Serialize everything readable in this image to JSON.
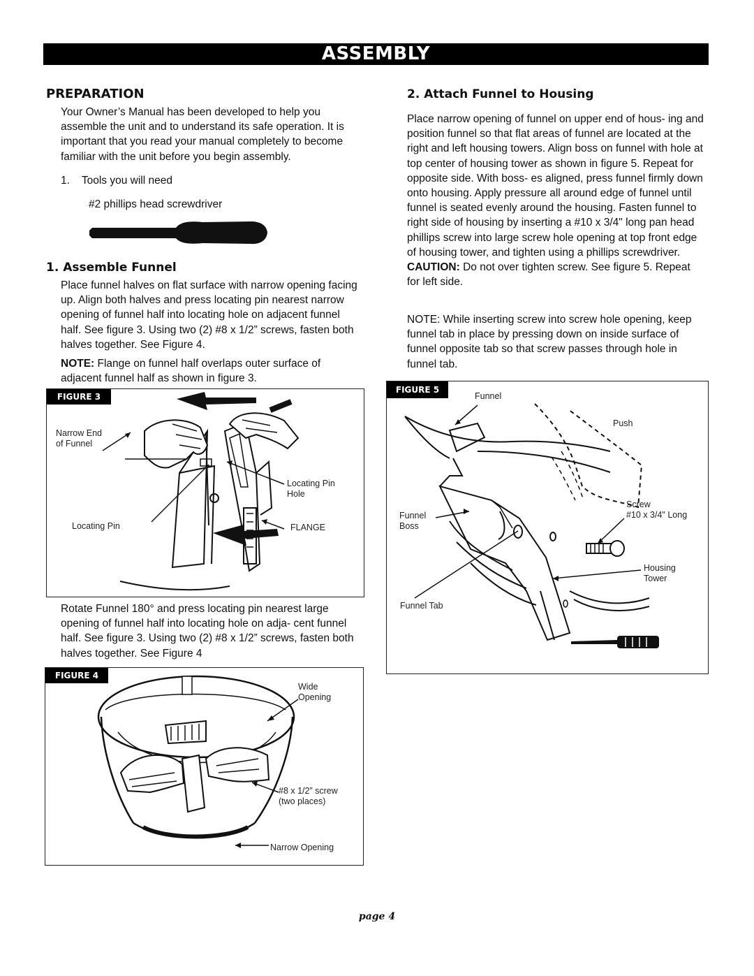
{
  "header": {
    "title": "ASSEMBLY"
  },
  "preparation": {
    "heading": "PREPARATION",
    "intro": "Your Owner’s Manual has been developed to help you assemble the unit and to understand its safe operation. It is important that you read your manual completely to become familiar with the unit before you begin assembly.",
    "tools_item": "1.    Tools you will need",
    "tool": "#2 phillips head screwdriver"
  },
  "assemble_funnel": {
    "heading": "1. Assemble Funnel",
    "para1": "Place funnel halves on flat surface with narrow opening facing up. Align both halves and press locating pin nearest narrow opening of funnel half into locating hole on adjacent funnel half. See figure 3. Using two (2) #8 x 1/2” screws, fasten both halves together. See Figure 4.",
    "note_label": "NOTE:",
    "note_text": " Flange on funnel half overlaps outer surface of adjacent funnel half as shown in figure 3.",
    "para2": "Rotate Funnel 180° and press locating pin nearest large opening of funnel half into locating hole on adja- cent funnel half. See figure 3. Using two (2) #8 x 1/2” screws, fasten both halves together. See Figure 4"
  },
  "attach_funnel": {
    "heading": "2.   Attach Funnel to Housing",
    "para1_a": "Place narrow opening of funnel on upper end of hous- ing and position funnel so that flat areas of funnel are located at the right and left housing towers. Align boss on funnel with hole at top center of housing tower as shown in figure 5. Repeat for opposite side. With boss- es aligned, press funnel firmly down onto housing. Apply pressure all around edge of funnel until funnel is seated evenly around the housing. Fasten funnel to right side of housing by inserting a #10 x 3/4\" long pan head phillips screw into large screw hole opening at top front edge of housing tower, and tighten using a phillips screwdriver. ",
    "caution_label": "CAUTION:",
    "para1_b": " Do not over tighten screw. See figure 5. Repeat for left side.",
    "note": "NOTE: While inserting screw into screw hole opening, keep funnel tab in place by pressing down on inside surface of funnel opposite tab so that screw passes through hole in funnel tab."
  },
  "figure3": {
    "tag": "FIGURE 3",
    "labels": {
      "narrow_end": "Narrow End\nof Funnel",
      "locating_pin_hole": "Locating Pin\nHole",
      "locating_pin": "Locating Pin",
      "flange": "FLANGE"
    }
  },
  "figure4": {
    "tag": "FIGURE 4",
    "labels": {
      "wide_opening": "Wide\nOpening",
      "screw": "#8 x 1/2” screw\n(two places)",
      "narrow_opening": "Narrow Opening"
    }
  },
  "figure5": {
    "tag": "FIGURE 5",
    "labels": {
      "funnel": "Funnel",
      "push": "Push",
      "screw": "Screw\n#10 x 3/4\" Long",
      "funnel_boss": "Funnel\n  Boss",
      "housing_tower": "Housing\nTower",
      "funnel_tab": "Funnel Tab"
    }
  },
  "footer": {
    "page": "page 4"
  }
}
